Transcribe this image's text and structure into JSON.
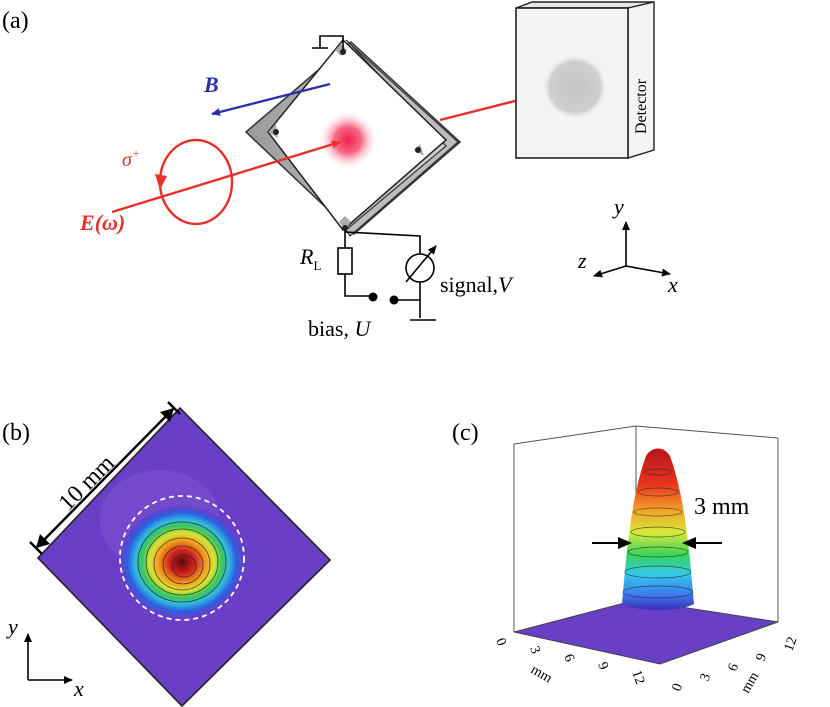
{
  "panels": {
    "a": "(a)",
    "b": "(b)",
    "c": "(c)"
  },
  "panel_a": {
    "field_B": "B",
    "polarization": "σ",
    "polarization_sup": "+",
    "efield_E": "E",
    "efield_omega": "(ω)",
    "resistor_R": "R",
    "resistor_sub": "L",
    "signal_label": "signal,",
    "signal_var": "V",
    "bias_label": "bias, ",
    "bias_var": "U",
    "detector": "Detector",
    "axis_y": "y",
    "axis_z": "z",
    "axis_x": "x"
  },
  "panel_b": {
    "size_label": "10 mm",
    "axis_y": "y",
    "axis_x": "x"
  },
  "panel_c": {
    "width_label": "3 mm",
    "axis_unit_left": "mm",
    "axis_unit_right": "mm",
    "ticks_left": [
      "0",
      "3",
      "6",
      "9",
      "12"
    ],
    "ticks_right": [
      "0",
      "3",
      "6",
      "9",
      "12"
    ]
  },
  "colors": {
    "beam": "#e8302a",
    "field": "#2b2fa8",
    "background_map": "#6a3fc8"
  }
}
